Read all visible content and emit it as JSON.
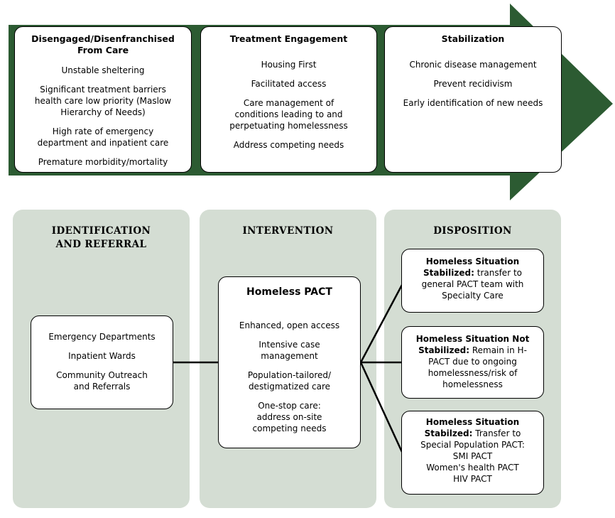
{
  "colors": {
    "arrow": "#2c5b32",
    "panel": "#d4ddd3",
    "box_border": "#000000"
  },
  "stages": [
    {
      "title": "Disengaged/Disenfranchised From Care",
      "items": [
        "Unstable sheltering",
        "Significant treatment barriers health care low priority (Maslow Hierarchy of Needs)",
        "High rate of emergency department and inpatient care",
        "Premature morbidity/mortality"
      ]
    },
    {
      "title": "Treatment Engagement",
      "items": [
        "Housing First",
        "Facilitated access",
        "Care management of conditions leading to and perpetuating homelessness",
        "Address competing needs"
      ]
    },
    {
      "title": "Stabilization",
      "items": [
        "Chronic disease management",
        "Prevent recidivism",
        "Early identification of new needs"
      ]
    }
  ],
  "panels": {
    "identification": {
      "title": "IDENTIFICATION AND REFERRAL",
      "items": [
        "Emergency Departments",
        "Inpatient Wards",
        "Community Outreach and Referrals"
      ]
    },
    "intervention": {
      "title": "INTERVENTION",
      "box_title": "Homeless PACT",
      "items": [
        "Enhanced, open access",
        "Intensive case management",
        "Population-tailored/ destigmatized care",
        "One-stop care: address on-site competing needs"
      ]
    },
    "disposition": {
      "title": "DISPOSITION",
      "outcomes": [
        {
          "heading": "Homeless Situation Stabilized:",
          "text": "transfer to general PACT team with Specialty Care"
        },
        {
          "heading": "Homeless Situation Not Stabilized:",
          "text": "Remain in H-PACT due to ongoing homelessness/risk of homelessness"
        },
        {
          "heading": "Homeless Situation Stabilzed:",
          "text": "Transfer to Special Population PACT:",
          "sub_items": [
            "SMI PACT",
            "Women's health PACT",
            "HIV PACT"
          ]
        }
      ]
    }
  }
}
